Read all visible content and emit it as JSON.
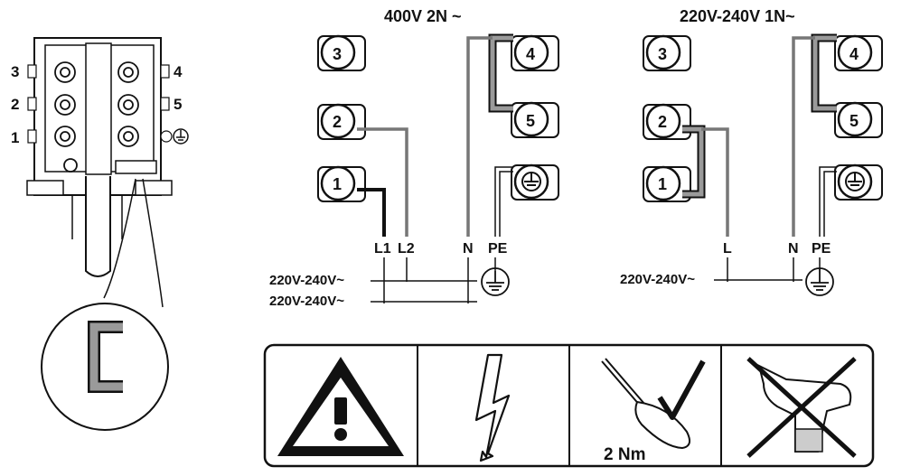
{
  "terminal_block": {
    "left_labels": [
      "3",
      "2",
      "1"
    ],
    "right_labels": [
      "4",
      "5"
    ]
  },
  "diagram_400v": {
    "title": "400V 2N ~",
    "terminals": [
      "3",
      "4",
      "2",
      "5",
      "1"
    ],
    "line_labels": [
      "L1",
      "L2",
      "N",
      "PE"
    ],
    "supply_labels": [
      "220V-240V~",
      "220V-240V~"
    ]
  },
  "diagram_230v": {
    "title": "220V-240V 1N~",
    "terminals": [
      "3",
      "4",
      "2",
      "5",
      "1"
    ],
    "line_labels": [
      "L",
      "N",
      "PE"
    ],
    "supply_labels": [
      "220V-240V~"
    ]
  },
  "icons_panel": {
    "torque_label": "2 Nm",
    "icons": [
      "warning-triangle-icon",
      "lightning-bolt-icon",
      "screwdriver-check-icon",
      "no-power-drill-icon"
    ]
  },
  "colors": {
    "line": "#111111",
    "bridge": "#9a9a9a",
    "wire_grey": "#888888"
  }
}
